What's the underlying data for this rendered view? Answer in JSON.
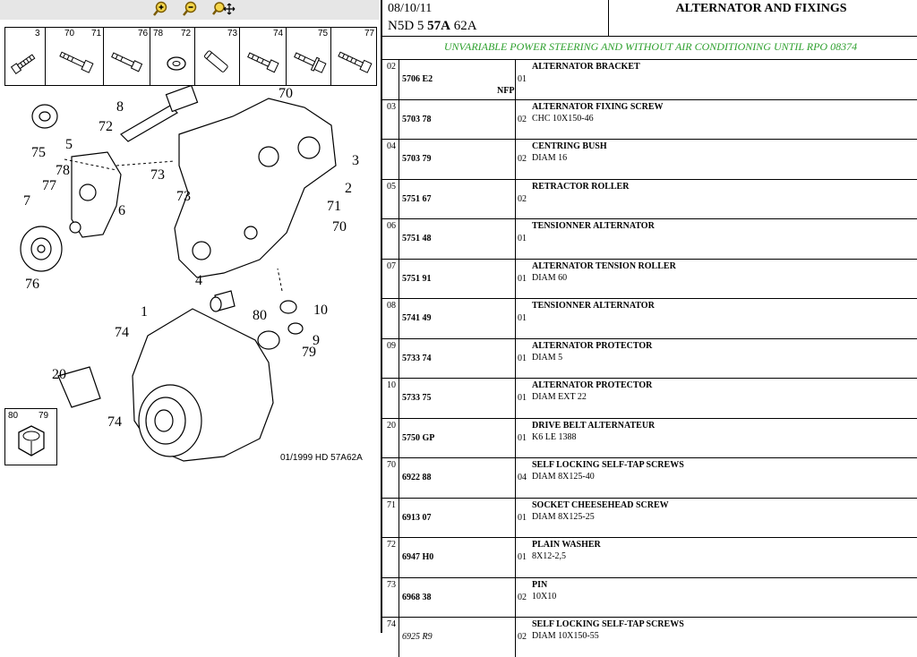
{
  "toolbar": {
    "zoom_in": "zoom-in-icon",
    "zoom_out": "zoom-out-icon",
    "pan": "pan-zoom-icon"
  },
  "legend": [
    {
      "num": "3"
    },
    {
      "num": "70"
    },
    {
      "num": "71"
    },
    {
      "num": "76"
    },
    {
      "num": "78"
    },
    {
      "num": "72"
    },
    {
      "num": "73"
    },
    {
      "num": "74"
    },
    {
      "num": "75"
    },
    {
      "num": "77"
    }
  ],
  "diagram": {
    "callouts": [
      "70",
      "72",
      "8",
      "5",
      "3",
      "75",
      "78",
      "73",
      "73",
      "2",
      "77",
      "6",
      "71",
      "7",
      "70",
      "76",
      "4",
      "1",
      "10",
      "80",
      "9",
      "74",
      "79",
      "20",
      "74"
    ],
    "nut_box": {
      "left": "80",
      "right": "79"
    },
    "stamp": "01/1999   HD 57A62A"
  },
  "header": {
    "date": "08/10/11",
    "ref_prefix": "N5D 5 ",
    "ref_bold": "57A",
    "ref_suffix": " 62A",
    "title": "ALTERNATOR AND FIXINGS",
    "condition": "UNVARIABLE POWER STEERING AND WITHOUT AIR CONDITIONING UNTIL RPO 08374",
    "condition_color": "#2ea02e"
  },
  "rows": [
    {
      "item": "02",
      "ref": "5706 E2",
      "nfp": "NFP",
      "qty": "01",
      "desc": "ALTERNATOR BRACKET",
      "sub": ""
    },
    {
      "item": "03",
      "ref": "5703 78",
      "nfp": "",
      "qty": "02",
      "desc": "ALTERNATOR FIXING SCREW",
      "sub": "CHC 10X150-46"
    },
    {
      "item": "04",
      "ref": "5703 79",
      "nfp": "",
      "qty": "02",
      "desc": "CENTRING BUSH",
      "sub": "DIAM 16"
    },
    {
      "item": "05",
      "ref": "5751 67",
      "nfp": "",
      "qty": "02",
      "desc": "RETRACTOR ROLLER",
      "sub": ""
    },
    {
      "item": "06",
      "ref": "5751 48",
      "nfp": "",
      "qty": "01",
      "desc": "TENSIONNER ALTERNATOR",
      "sub": ""
    },
    {
      "item": "07",
      "ref": "5751 91",
      "nfp": "",
      "qty": "01",
      "desc": "ALTERNATOR TENSION ROLLER",
      "sub": "DIAM 60"
    },
    {
      "item": "08",
      "ref": "5741 49",
      "nfp": "",
      "qty": "01",
      "desc": "TENSIONNER ALTERNATOR",
      "sub": ""
    },
    {
      "item": "09",
      "ref": "5733 74",
      "nfp": "",
      "qty": "01",
      "desc": "ALTERNATOR PROTECTOR",
      "sub": "DIAM 5"
    },
    {
      "item": "10",
      "ref": "5733 75",
      "nfp": "",
      "qty": "01",
      "desc": "ALTERNATOR PROTECTOR",
      "sub": "DIAM EXT 22"
    },
    {
      "item": "20",
      "ref": "5750 GP",
      "nfp": "",
      "qty": "01",
      "desc": "DRIVE BELT ALTERNATEUR",
      "sub": "K6 LE 1388"
    },
    {
      "item": "70",
      "ref": "6922 88",
      "nfp": "",
      "qty": "04",
      "desc": "SELF LOCKING SELF-TAP SCREWS",
      "sub": "DIAM 8X125-40"
    },
    {
      "item": "71",
      "ref": "6913 07",
      "nfp": "",
      "qty": "01",
      "desc": "SOCKET CHEESEHEAD SCREW",
      "sub": "DIAM 8X125-25"
    },
    {
      "item": "72",
      "ref": "6947 H0",
      "nfp": "",
      "qty": "01",
      "desc": "PLAIN WASHER",
      "sub": "8X12-2,5"
    },
    {
      "item": "73",
      "ref": "6968 38",
      "nfp": "",
      "qty": "02",
      "desc": "PIN",
      "sub": "10X10"
    },
    {
      "item": "74",
      "ref": "6925 R9",
      "nfp": "",
      "qty": "02",
      "desc": "SELF LOCKING SELF-TAP SCREWS",
      "sub": "DIAM 10X150-55",
      "italic_ref": true
    }
  ]
}
